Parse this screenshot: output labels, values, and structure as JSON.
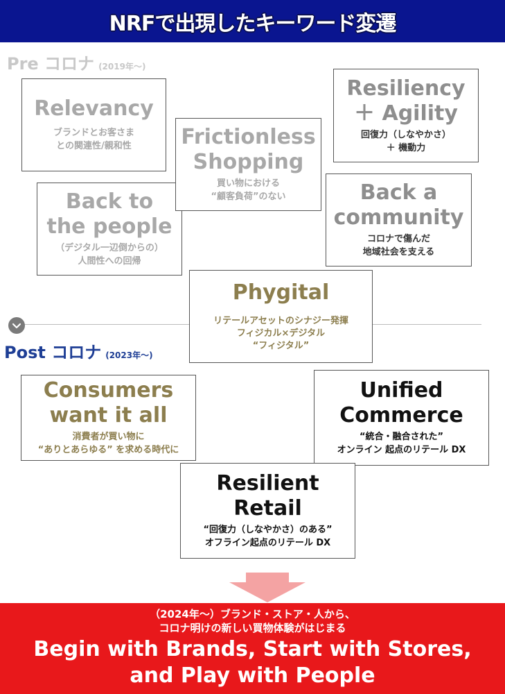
{
  "header": {
    "title": "NRFで出現したキーワード変遷"
  },
  "eras": {
    "pre": {
      "label": "Pre コロナ",
      "period": "(2019年～)"
    },
    "post": {
      "label": "Post コロナ",
      "period": "(2023年～)"
    }
  },
  "boxes": {
    "relevancy": {
      "title": "Relevancy",
      "sub1": "ブランドとお客さま",
      "sub2": "との関連性/親和性"
    },
    "frictionless": {
      "title1": "Frictionless",
      "title2": "Shopping",
      "sub1": "買い物における",
      "sub2": "“顧客負荷”のない"
    },
    "resiliency": {
      "title1": "Resiliency",
      "title2": "＋ Agility",
      "sub1": "回復力（しなやかさ）",
      "sub2": "＋ 機動力"
    },
    "back_people": {
      "title1": "Back to",
      "title2": "the people",
      "sub1": "（デジタル一辺倒からの）",
      "sub2": "人間性への回帰"
    },
    "community": {
      "title1": "Back a",
      "title2": "community",
      "sub1": "コロナで傷んだ",
      "sub2": "地域社会を支える"
    },
    "phygital": {
      "title": "Phygital",
      "sub1": "リテールアセットのシナジー発揮",
      "sub2": "フィジカル×デジタル",
      "sub3": "“フィジタル”"
    },
    "consumers": {
      "title1": "Consumers",
      "title2": "want it all",
      "sub1": "消費者が買い物に",
      "sub2": "“ありとあらゆる” を求める時代に"
    },
    "unified": {
      "title1": "Unified",
      "title2": "Commerce",
      "sub1": "“統合・融合された”",
      "sub2": "オンライン 起点のリテール DX"
    },
    "resilient": {
      "title1": "Resilient",
      "title2": "Retail",
      "sub1": "“回復力（しなやかさ）のある”",
      "sub2": "オフライン起点のリテール DX"
    }
  },
  "bottom": {
    "line1": "（2024年～）ブランド・ストア・人から、",
    "line2": "コロナ明けの新しい買物体験がはじまる",
    "line3": "Begin with Brands, Start with Stores,",
    "line4": "and Play with People"
  },
  "colors": {
    "header_bg": "#0a1590",
    "bottom_bg": "#e8181b",
    "arrow": "#f4a3a3",
    "post_label": "#1e3e95",
    "olive": "#8c7e4e"
  }
}
